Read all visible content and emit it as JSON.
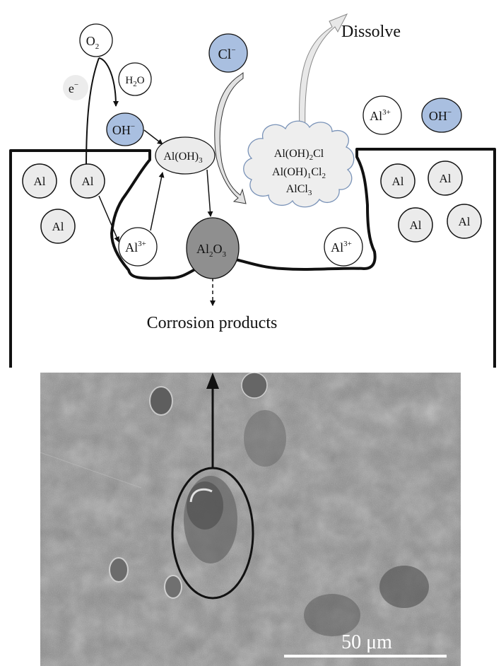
{
  "colors": {
    "anion_fill": "#a9bfe0",
    "neutral_fill": "#ebebeb",
    "ion_fill": "#ffffff",
    "oxide_fill": "#8f8f8f",
    "cloud_fill": "#eeeeee",
    "cloud_stroke": "#7a93b8",
    "arrow_fill": "#e2e2e2",
    "outline": "#111111",
    "micrograph_base": "#8c8c8c"
  },
  "species": {
    "o2": {
      "base": "O",
      "sub": "2"
    },
    "h2o": {
      "base": "H",
      "sub": "2",
      "tail": "O"
    },
    "electron": {
      "base": "e",
      "sup": "−"
    },
    "hydroxide": {
      "base": "OH",
      "sup": "−"
    },
    "chloride": {
      "base": "Cl",
      "sup": "−"
    },
    "aluminum_hydroxide": {
      "base": "Al(OH)",
      "sub": "3"
    },
    "aluminum_ion": {
      "base": "Al",
      "sup": "3+"
    },
    "alumina": {
      "a": "Al",
      "sub1": "2",
      "b": "O",
      "sub2": "3"
    },
    "aluminum_atom": "Al"
  },
  "cloud": {
    "line1": {
      "a": "Al(OH)",
      "sub": "2",
      "b": "Cl"
    },
    "line2": {
      "a": "Al(OH)",
      "sub1": "1",
      "b": "Cl",
      "sub2": "2"
    },
    "line3": {
      "a": "AlCl",
      "sub": "3"
    }
  },
  "labels": {
    "dissolve": "Dissolve",
    "corrosion_products": "Corrosion products"
  },
  "micrograph": {
    "scale_bar": "50 μm"
  }
}
